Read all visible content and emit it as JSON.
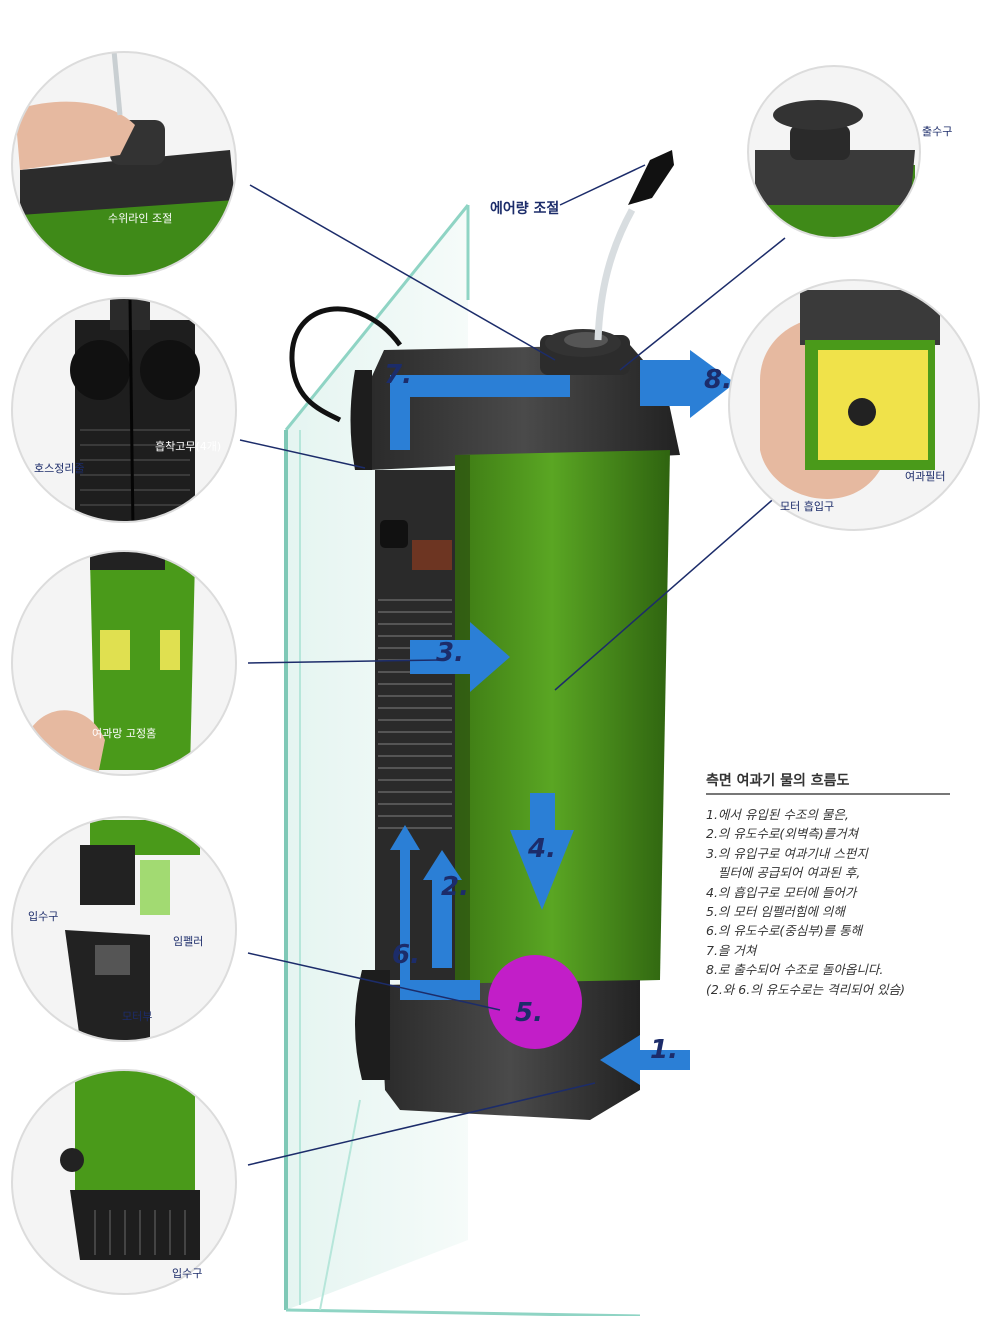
{
  "air_label": "에어량 조절",
  "steps": [
    "1.",
    "2.",
    "3.",
    "4.",
    "5.",
    "6.",
    "7.",
    "8."
  ],
  "callouts": {
    "c1": "수위라인 조절",
    "c2_a": "흡착고무(4개)",
    "c2_b": "호스정리줄",
    "c3": "여과망 고정홈",
    "c4_a": "입수구",
    "c4_b": "임펠러",
    "c4_c": "모터부",
    "c5": "입수구",
    "c6": "출수구",
    "c7_a": "여과필터",
    "c7_b": "모터 흡입구"
  },
  "flow": {
    "title": "측면 여과기 물의 흐름도",
    "lines": [
      "1.에서 유입된 수조의 물은,",
      "2.의 유도수로(외벽측)를거쳐",
      "3.의 유입구로 여과기내 스펀지",
      "   필터에 공급되어 여과된 후,",
      "4.의 흡입구로 모터에 들어가",
      "5.의 모터 임펠러힘에 의해",
      "6.의 유도수로(중심부)를 통해",
      "7.을 거쳐",
      "8.로 출수되어 수조로 돌아옵니다.",
      "(2.와 6.의 유도수로는 격리되어 있슴)"
    ]
  },
  "colors": {
    "arrow_blue": "#2b7fd6",
    "filter_green": "#4f9a1e",
    "pump_magenta": "#c21ec8",
    "body_dark": "#3a3a3a",
    "label_navy": "#1c2c6a"
  }
}
